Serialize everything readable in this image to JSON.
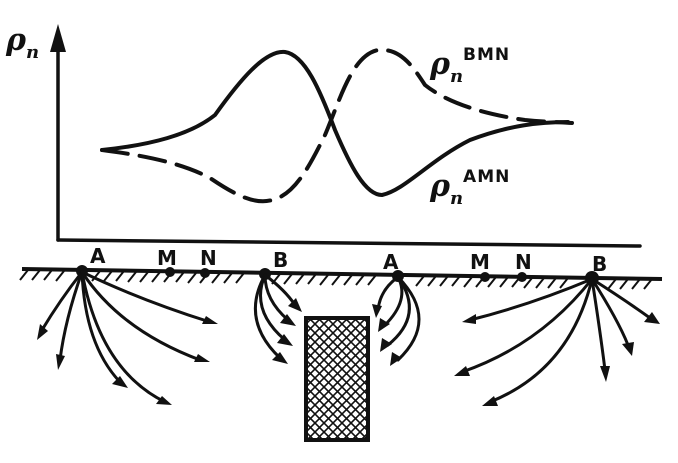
{
  "y_axis_label": {
    "symbol": "ρ",
    "subscript": "п"
  },
  "curves": {
    "bmn": {
      "symbol": "ρ",
      "subscript": "п",
      "superscript": "BMN",
      "line": "dashed"
    },
    "amn": {
      "symbol": "ρ",
      "subscript": "п",
      "superscript": "AMN",
      "line": "solid"
    }
  },
  "electrode_labels": [
    "A",
    "M",
    "N",
    "B",
    "A",
    "M",
    "N",
    "B"
  ],
  "colors": {
    "ink": "#111111",
    "background": "#ffffff"
  }
}
